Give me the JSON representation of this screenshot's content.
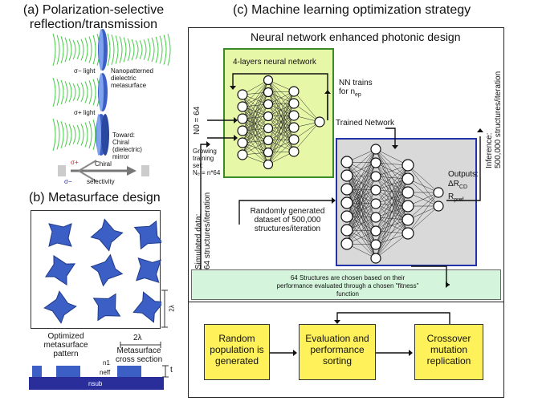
{
  "panel_a": {
    "title_line1": "(a) Polarization-selective",
    "title_line2": "reflection/transmission",
    "sigma_minus_light": "σ− light",
    "sigma_plus_light": "σ+ light",
    "metasurface_label": [
      "Nanopatterned",
      "dielectric",
      "metasurface"
    ],
    "mirror_label": [
      "Toward:",
      "Chiral",
      "(dielectric)",
      "mirror"
    ],
    "chiral_label": "Chiral",
    "selectivity_label": "selectivity",
    "sigma_plus": "σ+",
    "sigma_minus": "σ−"
  },
  "panel_b": {
    "title": "(b) Metasurface design",
    "dim_vertical": "2λ",
    "dim_horizontal": "2λ",
    "optimized_label": [
      "Optimized",
      "metasurface",
      "pattern"
    ],
    "cross_section_label": [
      "Metasurface",
      "cross section"
    ],
    "n1": "n1",
    "neff": "neff",
    "nsub": "nsub",
    "t": "t"
  },
  "panel_c": {
    "title": "(c) Machine learning optimization strategy",
    "nn_title": "Neural network enhanced photonic design",
    "nn4_label": "4-layers neural network",
    "nn_trains": "NN trains",
    "nn_trains_for": "for n",
    "nn_trains_sub": "ep",
    "n0": "N0 = 64",
    "growing_label": [
      "Growing",
      "training",
      "set:"
    ],
    "growing_formula": "Nₑ = n*64",
    "trained_network": "Trained Network",
    "random_generated": [
      "Randomly generated",
      "dataset of 500,000",
      "structures/iteration"
    ],
    "outputs": "Outputs:",
    "delta_r": "ΔR",
    "delta_r_sub": "CD",
    "r_pref": "R",
    "r_pref_sub": "pref",
    "inference": [
      "Inference:",
      "500,000 structures/iteration"
    ],
    "simulated": [
      "Simulated data:",
      "64 structures/iteration"
    ],
    "structures_chosen": [
      "64 Structures are chosen based on their",
      "performance evaluated through a chosen \"fitness\"",
      "function"
    ],
    "ga_random": [
      "Random",
      "population is",
      "generated"
    ],
    "ga_evaluation": [
      "Evaluation and",
      "performance",
      "sorting"
    ],
    "ga_crossover": [
      "Crossover",
      "mutation",
      "replication"
    ]
  },
  "colors": {
    "nn_green_fill": "#e6f7a8",
    "nn_green_border": "#3a8a2a",
    "trained_fill": "#d9d9d9",
    "trained_border": "#2233aa",
    "fitness_fill": "#d4f5dc",
    "ga_yellow": "#fff15a",
    "beam_green": "#44cc44",
    "metasurface_blue": "#3b5fc4"
  }
}
